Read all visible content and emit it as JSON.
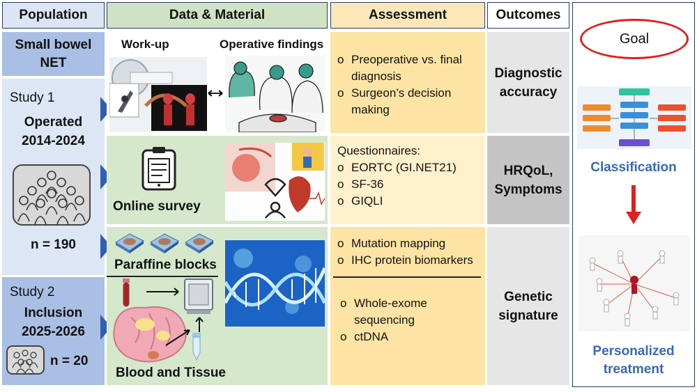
{
  "headers": {
    "population": "Population",
    "data_material": "Data & Material",
    "assessment": "Assessment",
    "outcomes": "Outcomes"
  },
  "population": {
    "small_bowel_net": "Small bowel NET",
    "study1_label": "Study 1",
    "study1_operated": "Operated",
    "study1_years": "2014-2024",
    "study1_n": "n = 190",
    "study2_label": "Study 2",
    "study2_inclusion": "Inclusion",
    "study2_years": "2025-2026",
    "study2_n": "n = 20"
  },
  "data_material": {
    "workup": "Work-up",
    "operative_findings": "Operative findings",
    "online_survey": "Online survey",
    "paraffine_blocks": "Paraffine blocks",
    "blood_tissue": "Blood and Tissue"
  },
  "assessment": {
    "row1": [
      "Preoperative vs. final diagnosis",
      "Surgeon’s decision making"
    ],
    "row2_title": "Questionnaires:",
    "row2": [
      "EORTC (GI.NET21)",
      "SF-36",
      "GIQLI"
    ],
    "row3a": [
      "Mutation mapping",
      "IHC protein biomarkers"
    ],
    "row3b": [
      "Whole-exome sequencing",
      "ctDNA"
    ],
    "bullet": "o"
  },
  "outcomes": {
    "diagnostic": "Diagnostic accuracy",
    "hrqol": "HRQoL, Symptoms",
    "genetic": "Genetic signature"
  },
  "goal": {
    "goal": "Goal",
    "classification": "Classification",
    "personalized": "Personalized treatment"
  },
  "colors": {
    "header_pop": "#dbe5f4",
    "header_data": "#cfe3c4",
    "header_assess": "#fbe7b8",
    "pop_light": "#c6d5ee",
    "data_green": "#d6e8cc",
    "assess_yellow": "#fde4a4",
    "outcome_gray": "#e0e0e0",
    "accent_blue": "#3a68b8",
    "goal_red": "#e02020"
  }
}
